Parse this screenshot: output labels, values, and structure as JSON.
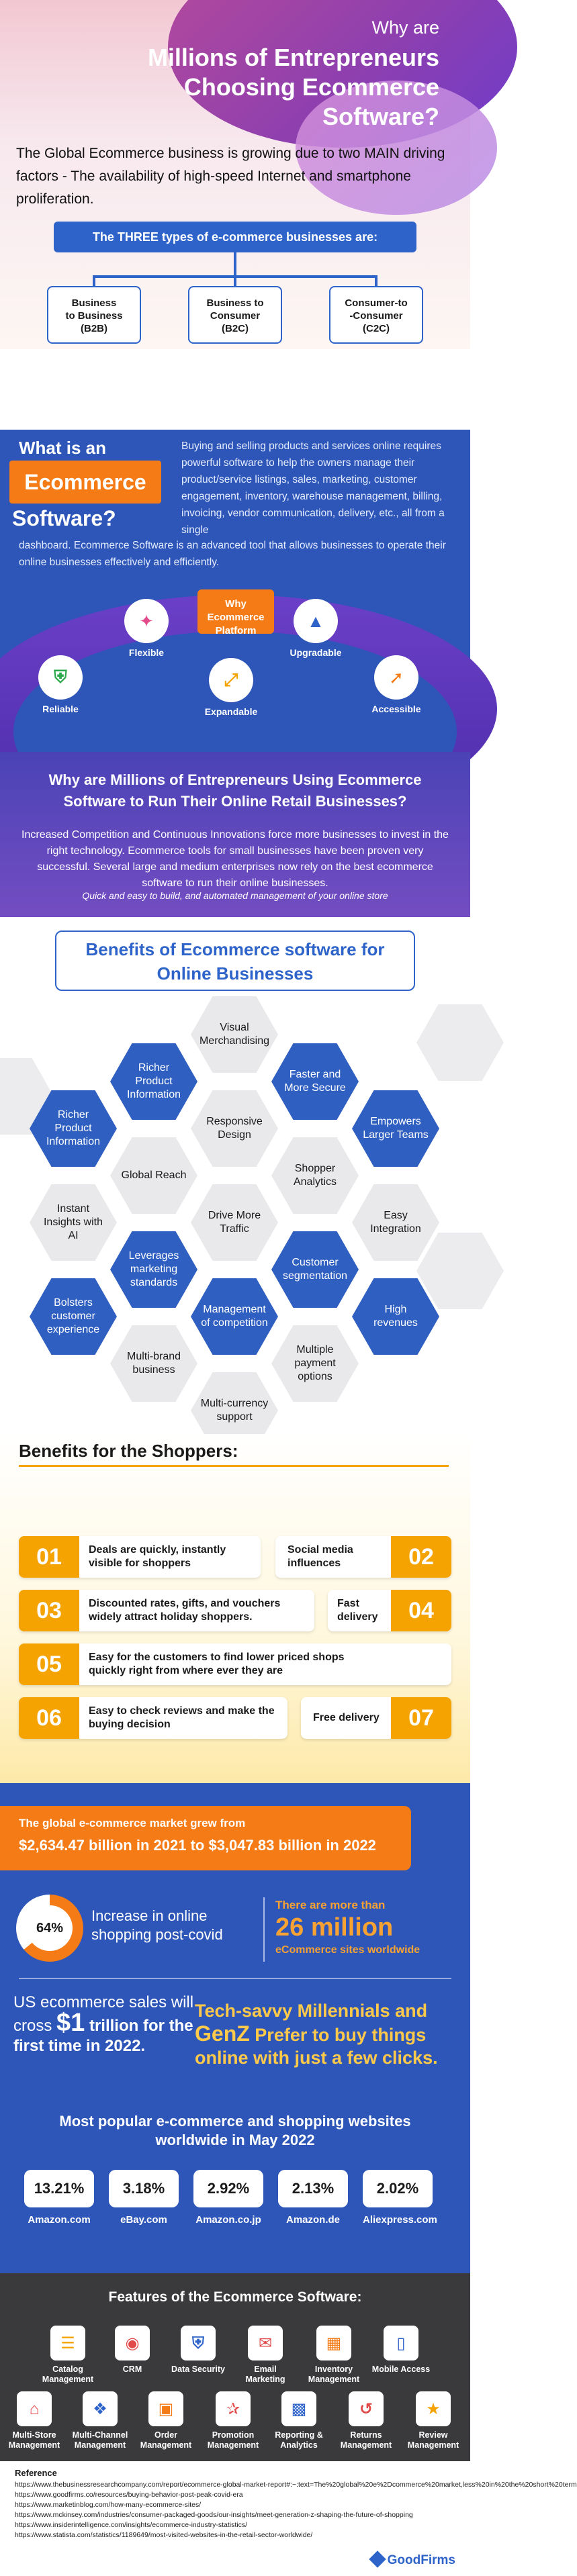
{
  "hero": {
    "why": "Why are",
    "title": "Millions of Entrepreneurs Choosing Ecommerce Software?",
    "intro": "The Global Ecommerce business is growing due to two MAIN driving factors - The availability of high-speed Internet and smartphone proliferation."
  },
  "types": {
    "label": "The THREE types of e-commerce businesses are:",
    "items": [
      {
        "line1": "Business",
        "line2": "to Business",
        "abbr": "(B2B)"
      },
      {
        "line1": "Business to",
        "line2": "Consumer",
        "abbr": "(B2C)"
      },
      {
        "line1": "Consumer-to",
        "line2": "-Consumer",
        "abbr": "(C2C)"
      }
    ]
  },
  "whatis": {
    "q1": "What is an",
    "q2": "Ecommerce",
    "q3": "Software?",
    "text": "Buying and selling products and services online requires powerful software to help the owners manage their product/service listings, sales, marketing, customer engagement, inventory, warehouse management, billing, invoicing, vendor communication, delivery, etc., all from a single",
    "text2": "dashboard. Ecommerce Software is an advanced tool that allows businesses to operate their online businesses effectively and efficiently.",
    "platform": "Why Ecommerce Platform",
    "features": [
      "Reliable",
      "Flexible",
      "Expandable",
      "Upgradable",
      "Accessible"
    ]
  },
  "why": {
    "title": "Why are Millions of Entrepreneurs Using Ecommerce Software to Run Their Online Retail Businesses?",
    "text": "Increased Competition and Continuous Innovations force more businesses to invest in the right technology. Ecommerce tools for small businesses have been proven very successful. Several large and medium enterprises now rely on the best ecommerce software to run their online businesses.",
    "tagline": "Quick and easy to build, and automated management of your online store"
  },
  "biz": {
    "title": "Benefits of Ecommerce software for Online Businesses",
    "hexes": [
      "Visual Merchandising",
      "Richer Product Information",
      "Faster and More Secure",
      "Richer Product Information",
      "Responsive Design",
      "Empowers Larger Teams",
      "Global Reach",
      "Shopper Analytics",
      "Instant Insights with AI",
      "Drive More Traffic",
      "Easy Integration",
      "Leverages marketing standards",
      "Customer segmentation",
      "Bolsters customer experience",
      "Management of competition",
      "High revenues",
      "Multi-brand business",
      "Multiple payment options",
      "Multi-currency support"
    ]
  },
  "shoppers": {
    "title": "Benefits for the Shoppers:",
    "items": [
      {
        "num": "01",
        "text": "Deals are quickly, instantly visible for shoppers"
      },
      {
        "num": "02",
        "text": "Social media influences"
      },
      {
        "num": "03",
        "text": "Discounted rates, gifts, and vouchers widely attract holiday shoppers."
      },
      {
        "num": "04",
        "text": "Fast delivery"
      },
      {
        "num": "05",
        "text": "Easy for the customers to find lower priced shops quickly right from where ever they are"
      },
      {
        "num": "06",
        "text": "Easy to check reviews and make the buying decision"
      },
      {
        "num": "07",
        "text": "Free delivery"
      }
    ]
  },
  "stats": {
    "grow1": "The global e-commerce market grew from",
    "grow2": "$2,634.47 billion in 2021 to $3,047.83 billion in 2022",
    "pct": "64%",
    "post": "Increase in online shopping post-covid",
    "m26a": "There are more than",
    "m26b": "26 million",
    "m26c": "eCommerce sites worldwide",
    "us1": "US ecommerce sales will cross",
    "us2": "$1",
    "us3": "trillion for the first time in 2022.",
    "tech1": "Tech-savvy Millennials and",
    "tech2": "GenZ",
    "tech3": "Prefer to buy things online with just a few clicks.",
    "popular": "Most popular e-commerce and shopping websites worldwide in May 2022",
    "sites": [
      {
        "pct": "13.21%",
        "name": "Amazon.com"
      },
      {
        "pct": "3.18%",
        "name": "eBay.com"
      },
      {
        "pct": "2.92%",
        "name": "Amazon.co.jp"
      },
      {
        "pct": "2.13%",
        "name": "Amazon.de"
      },
      {
        "pct": "2.02%",
        "name": "Aliexpress.com"
      }
    ]
  },
  "software": {
    "title": "Features of the Ecommerce Software:",
    "row1": [
      "Catalog Management",
      "CRM",
      "Data Security",
      "Email Marketing",
      "Inventory Management",
      "Mobile Access"
    ],
    "row2": [
      "Multi-Store Management",
      "Multi-Channel Management",
      "Order Management",
      "Promotion Management",
      "Reporting & Analytics",
      "Returns Management",
      "Review Management"
    ]
  },
  "refs": {
    "heading": "Reference",
    "list": [
      "https://www.thebusinessresearchcompany.com/report/ecommerce-global-market-report#:~:text=The%20global%20e%2Dcommerce%20market,less%20in%20the%20short%20term",
      "https://www.goodfirms.co/resources/buying-behavior-post-peak-covid-era",
      "https://www.marketinblog.com/how-many-ecommerce-sites/",
      "https://www.mckinsey.com/industries/consumer-packaged-goods/our-insights/meet-generation-z-shaping-the-future-of-shopping",
      "https://www.insiderintelligence.com/insights/ecommerce-industry-statistics/",
      "https://www.statista.com/statistics/1189649/most-visited-websites-in-the-retail-sector-worldwide/"
    ],
    "logo": "GoodFirms"
  }
}
